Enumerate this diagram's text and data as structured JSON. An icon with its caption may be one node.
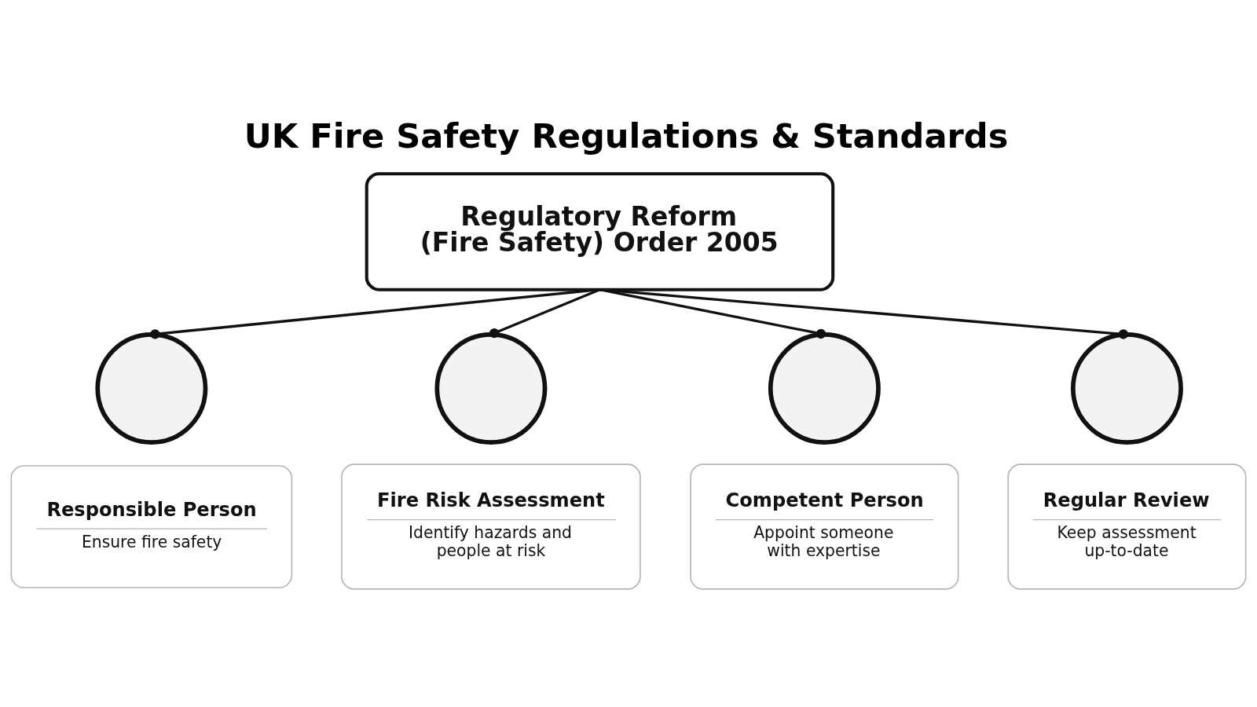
{
  "diagram": {
    "title": "UK Fire Safety Regulations & Standards",
    "nodes": [
      {
        "text": [
          "Regulatory Reform (Fire Safety) Order 2005"
        ]
      },
      {
        "text": [],
        "shape": "circle"
      },
      {
        "text": [
          "Responsible Person",
          "Ensure fire safety"
        ]
      },
      {
        "text": [],
        "shape": "circle"
      },
      {
        "text": [
          "Fire Risk Assessment",
          "Identify hazards and people at risk"
        ]
      },
      {
        "text": [],
        "shape": "circle"
      },
      {
        "text": [
          "Competent Person",
          "Appoint someone with expertise"
        ]
      },
      {
        "text": [],
        "shape": "circle"
      },
      {
        "text": [
          "Regular Review",
          "Keep assessment up-to-date"
        ]
      }
    ],
    "edges": [
      {
        "from": 0,
        "to": 1,
        "arrow": "other"
      },
      {
        "from": 0,
        "to": 3,
        "arrow": "other"
      },
      {
        "from": 0,
        "to": 5,
        "arrow": "other"
      },
      {
        "from": 0,
        "to": 7,
        "arrow": "other"
      }
    ]
  }
}
